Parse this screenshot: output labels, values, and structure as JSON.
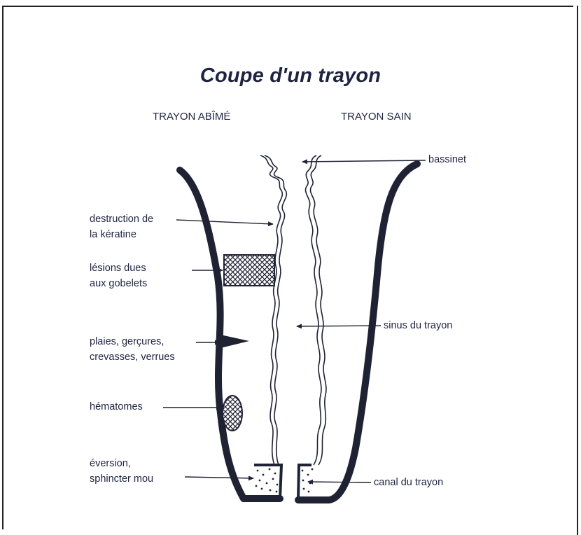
{
  "title": "Coupe d'un trayon",
  "headers": {
    "left": "TRAYON ABÎMÉ",
    "right": "TRAYON SAIN"
  },
  "labels": {
    "destruction": "destruction de\nla kératine",
    "lesions": "lésions dues\naux gobelets",
    "plaies": "plaies, gerçures,\ncrevasses, verrues",
    "hematomes": "hématomes",
    "eversion": "éversion,\nsphincter mou",
    "bassinet": "bassinet",
    "sinus": "sinus du trayon",
    "canal": "canal du trayon"
  },
  "colors": {
    "ink": "#1e2440",
    "outline": "#1f2233",
    "frame": "#222222"
  }
}
